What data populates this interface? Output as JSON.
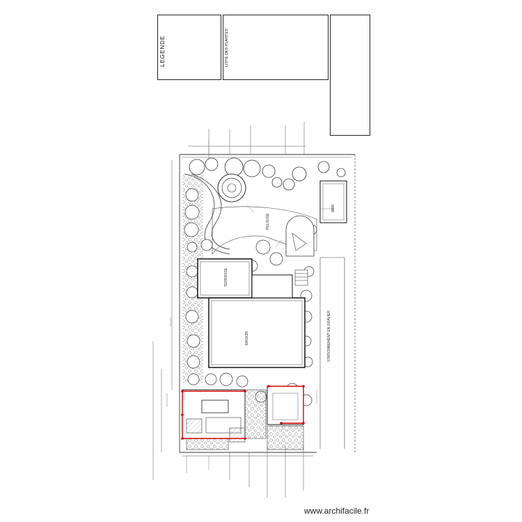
{
  "legend": {
    "title": "LEGENDE"
  },
  "species_list": {
    "title": "LISTE DES PLANTES"
  },
  "plan_labels": {
    "room_small": "TERRASSE",
    "room_large": "MAISON",
    "lawn": "PELOUSE",
    "driveway": "STATIONNEMENT EN GRAVIER",
    "shed": "ABRI"
  },
  "watermark": "www.archifacile.fr"
}
